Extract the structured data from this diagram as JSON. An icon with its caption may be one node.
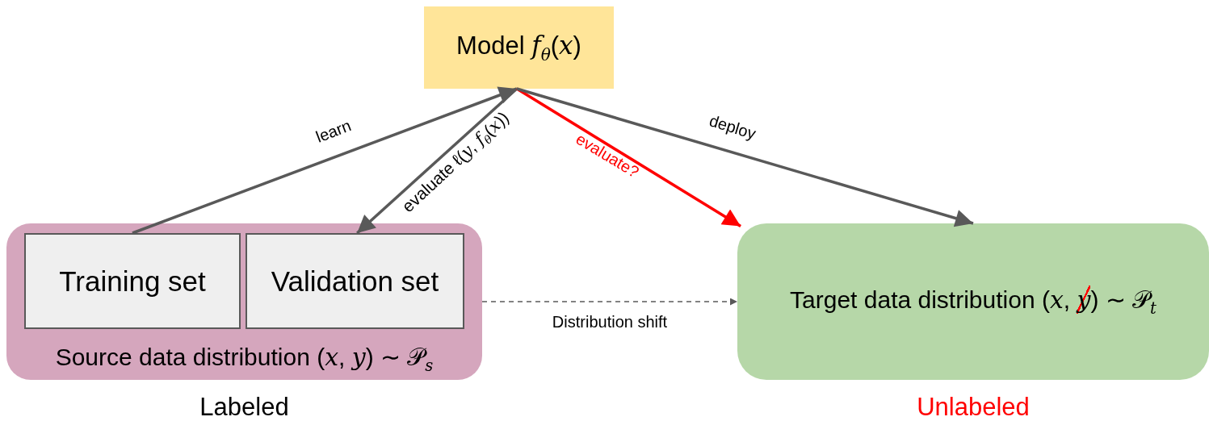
{
  "diagram": {
    "nodes": [
      {
        "text": [
          "Model *f*$_{θ}$(*x*)"
        ]
      },
      {
        "text": [
          "Source data distribution (*x*, *y*) ∼ 𝒫$_{s}$"
        ],
        "beside": [
          "Labeled"
        ]
      },
      {
        "text": [
          "Training set"
        ],
        "in": 1
      },
      {
        "text": [
          "Validation set"
        ],
        "in": 1
      },
      {
        "text": [
          "Target data distribution (*x*, *y*) ∼ 𝒫$_{t}$"
        ],
        "beside": [
          "Unlabeled"
        ]
      }
    ],
    "edges": [
      {
        "from": 2,
        "to": 0,
        "arrow": "to",
        "label": "learn"
      },
      {
        "from": 0,
        "to": 3,
        "arrow": "to",
        "label": "evaluate ℓ(*y*, *f*$_{θ}$(*x*))"
      },
      {
        "from": 0,
        "to": 4,
        "arrow": "to",
        "label": "evaluate?",
        "color": "#ff0000"
      },
      {
        "from": 0,
        "to": 4,
        "arrow": "to",
        "label": "deploy"
      },
      {
        "from": 1,
        "to": 4,
        "arrow": "to",
        "label": "Distribution shift",
        "style": "dashed"
      }
    ]
  }
}
